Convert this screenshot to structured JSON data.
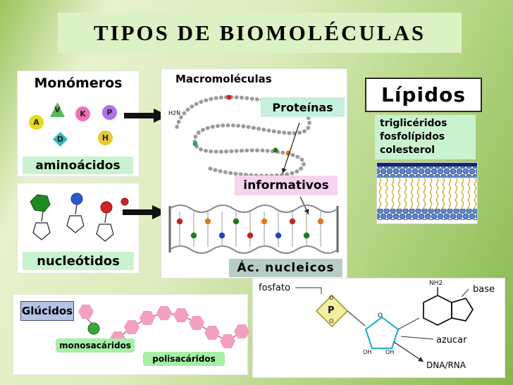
{
  "palette": {
    "background_green": "#84b84a",
    "label_green": "#c9f3cf",
    "label_cyan": "#c6efdd",
    "label_pink": "#f6d4f0",
    "label_gray": "#b6cdc6",
    "label_blue": "#b4c3e8",
    "hexagon_pink": "#f29fc1",
    "arrow_black": "#111111"
  },
  "title": "TIPOS DE BIOMOLÉCULAS",
  "monomeros": {
    "title": "Monómeros",
    "caption": "aminoácidos",
    "tokens": [
      {
        "letter": "A",
        "color": "#e8d820"
      },
      {
        "letter": "V",
        "color": "#58b858"
      },
      {
        "letter": "K",
        "color": "#f070b8"
      },
      {
        "letter": "P",
        "color": "#b070e8"
      },
      {
        "letter": "D",
        "color": "#30b8b8"
      },
      {
        "letter": "H",
        "color": "#e8c830"
      }
    ]
  },
  "nucleotidos": {
    "caption": "nucleótidos"
  },
  "macromoleculas": {
    "title": "Macromoléculas",
    "protein_label": "Proteínas",
    "protein_terminal": "H2N",
    "informativos_label": "informativos",
    "nucleic_label": "Ác. nucleicos"
  },
  "lipidos": {
    "title": "Lípidos",
    "items": [
      "triglicéridos",
      "fosfolípidos",
      "colesterol"
    ]
  },
  "glucidos": {
    "title": "Glúcidos",
    "mono_label": "monosacáridos",
    "poli_label": "polisacáridos"
  },
  "nucleotido_diagrama": {
    "fosfato_label": "fosfato",
    "base_label": "base",
    "azucar_label": "azucar",
    "dna_label": "DNA/RNA",
    "atoms": {
      "p": "P",
      "o": "O",
      "oh": "OH",
      "nh2": "NH2"
    }
  }
}
